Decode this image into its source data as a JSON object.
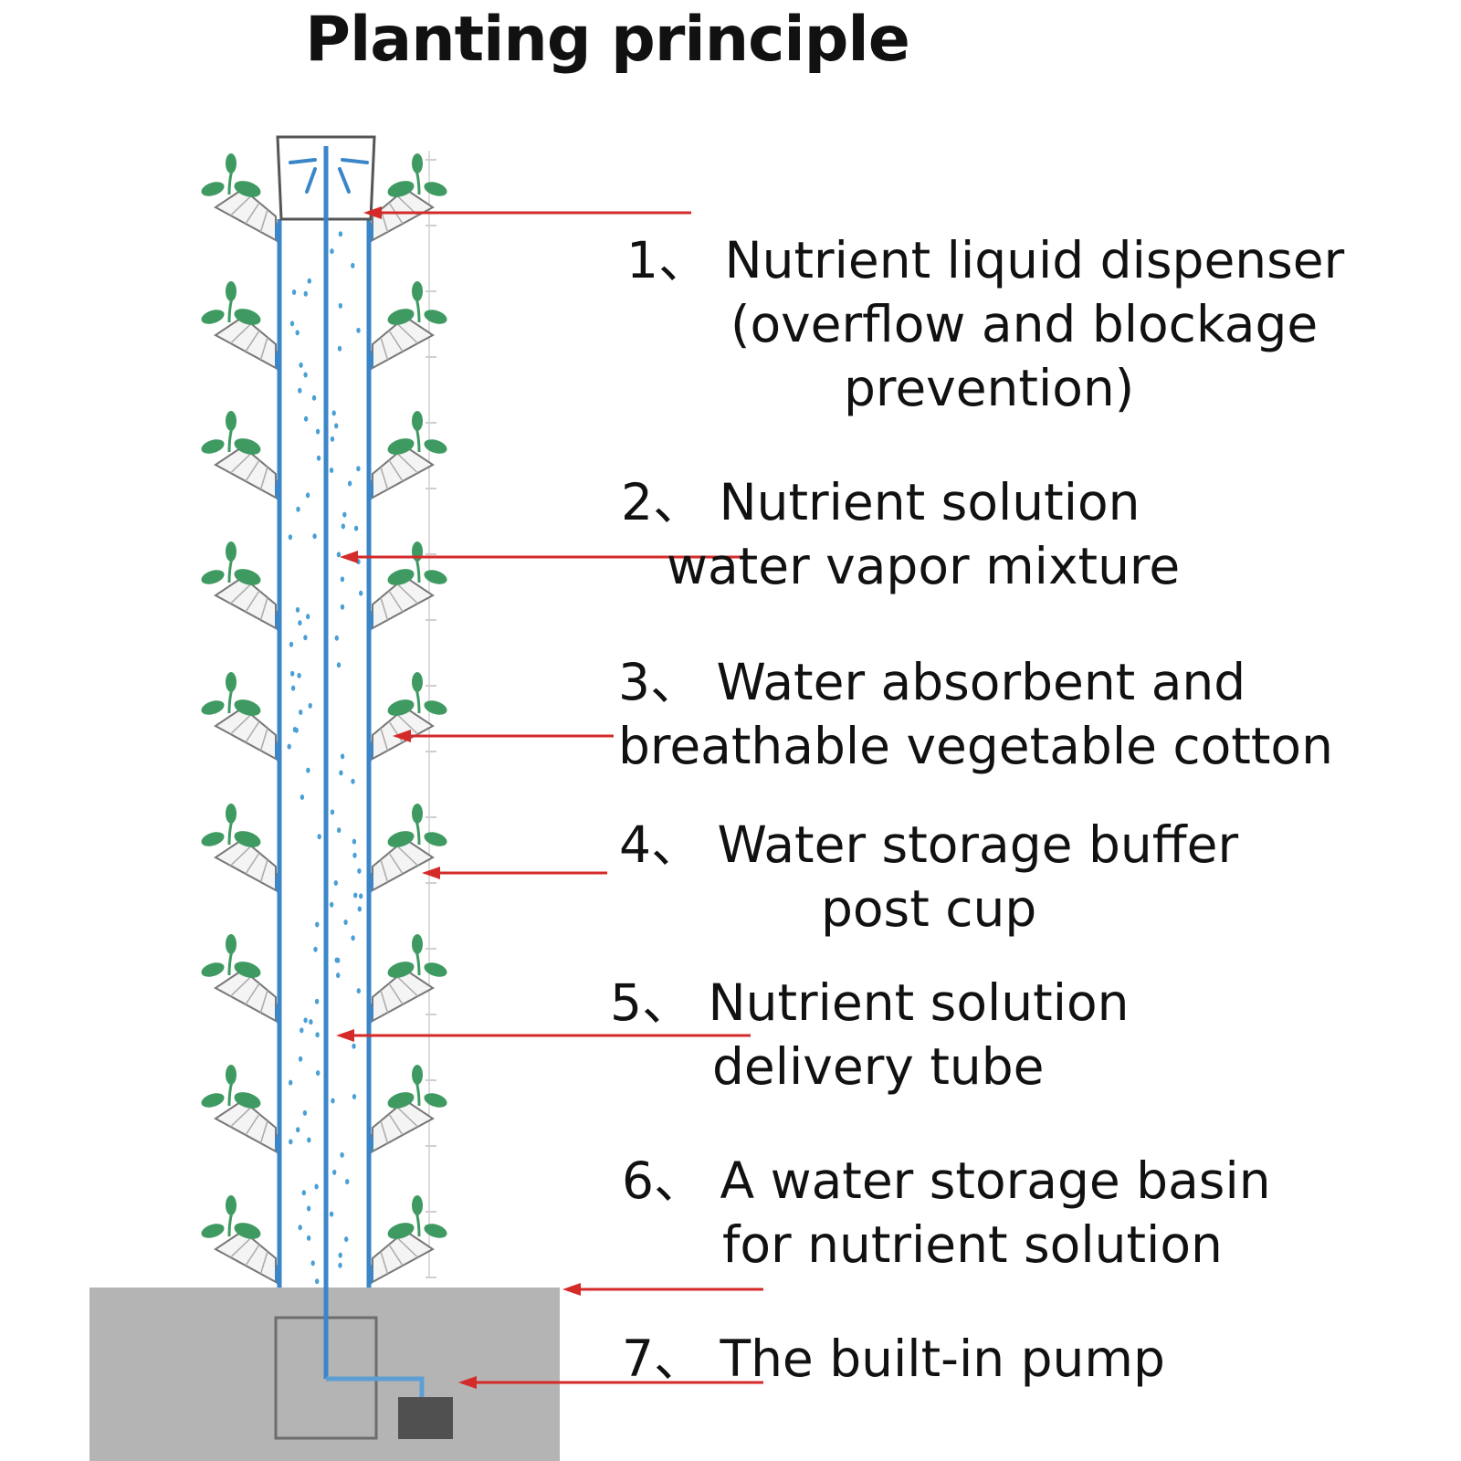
{
  "title": "Planting principle",
  "labels": [
    {
      "lines": [
        "1、 Nutrient liquid dispenser",
        "(overflow and blockage",
        "prevention)"
      ]
    },
    {
      "lines": [
        "2、 Nutrient solution",
        "water vapor mixture"
      ]
    },
    {
      "lines": [
        "3、 Water absorbent and",
        "breathable vegetable cotton"
      ]
    },
    {
      "lines": [
        "4、 Water storage buffer",
        "post cup"
      ]
    },
    {
      "lines": [
        "5、 Nutrient solution",
        "delivery tube"
      ]
    },
    {
      "lines": [
        "6、 A water storage basin",
        "for nutrient solution"
      ]
    },
    {
      "lines": [
        "7、 The built-in pump"
      ]
    }
  ],
  "colors": {
    "tube": "#3a86c8",
    "droplet": "#4a9fd6",
    "arrow": "#d42a2a",
    "leaf": "#3f9a62",
    "basin": "#b4b4b4",
    "pump": "#505050"
  }
}
